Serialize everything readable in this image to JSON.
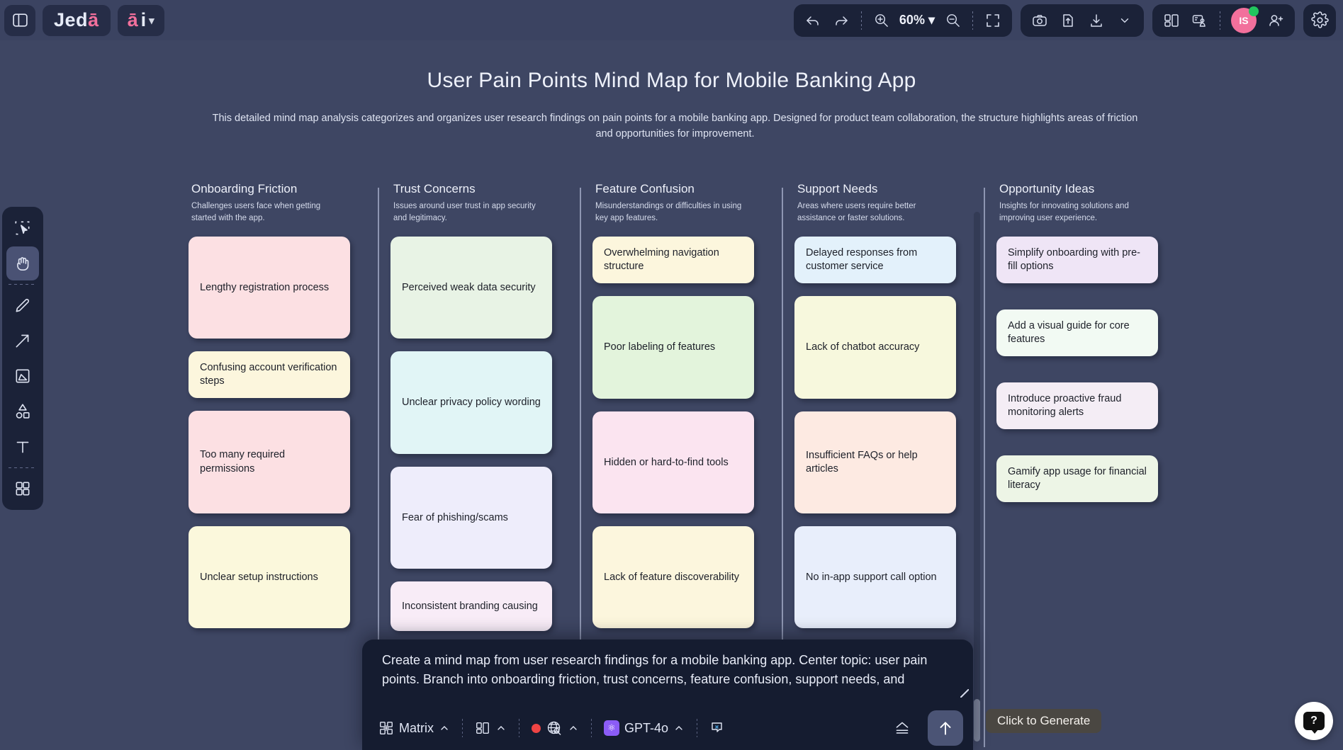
{
  "app": {
    "brand_main": "Jed",
    "brand_accent": "ā",
    "ai_label_accent": "ā",
    "ai_label_rest": "i"
  },
  "toolbar": {
    "undo_label": "undo-arrow",
    "redo_label": "redo-arrow",
    "zoom_in_label": "zoom-in",
    "zoom_value": "60%",
    "zoom_out_label": "zoom-out",
    "fit_label": "fit-to-screen",
    "camera_label": "screenshot",
    "upload_label": "upload",
    "download_label": "download",
    "layout_label": "layout",
    "present_label": "present",
    "avatar_initials": "IS",
    "invite_label": "invite-user",
    "settings_label": "settings"
  },
  "tools": [
    {
      "name": "select",
      "active": false
    },
    {
      "name": "hand",
      "active": true
    },
    {
      "name": "pencil",
      "active": false
    },
    {
      "name": "arrow",
      "active": false
    },
    {
      "name": "image",
      "active": false
    },
    {
      "name": "shapes",
      "active": false
    },
    {
      "name": "text",
      "active": false
    },
    {
      "name": "apps",
      "active": false
    }
  ],
  "document": {
    "title": "User Pain Points Mind Map for Mobile Banking App",
    "description": "This detailed mind map analysis categorizes and organizes user research findings on pain points for a mobile banking app. Designed for product team collaboration, the structure highlights areas of friction and opportunities for improvement."
  },
  "columns": [
    {
      "title": "Onboarding Friction",
      "subtitle": "Challenges users face when getting started with the app.",
      "cards": [
        {
          "text": "Lengthy registration process",
          "color": "#fce0e3",
          "height": 144,
          "gap": 18
        },
        {
          "text": "Confusing account verification steps",
          "color": "#fcf6dd",
          "height": 66,
          "gap": 18
        },
        {
          "text": "Too many required permissions",
          "color": "#fce0e3",
          "height": 145,
          "gap": 18
        },
        {
          "text": "Unclear setup instructions",
          "color": "#fbf8dc",
          "height": 144,
          "gap": 0
        }
      ]
    },
    {
      "title": "Trust Concerns",
      "subtitle": "Issues around user trust in app security and legitimacy.",
      "cards": [
        {
          "text": "Perceived weak data security",
          "color": "#e8f3e5",
          "height": 144,
          "gap": 18
        },
        {
          "text": "Unclear privacy policy wording",
          "color": "#e1f5f6",
          "height": 145,
          "gap": 18
        },
        {
          "text": "Fear of phishing/scams",
          "color": "#eeedfb",
          "height": 144,
          "gap": 18
        },
        {
          "text": "Inconsistent branding causing",
          "color": "#f8ecf7",
          "height": 70,
          "gap": 0
        }
      ]
    },
    {
      "title": "Feature Confusion",
      "subtitle": "Misunderstandings or difficulties in using key app features.",
      "cards": [
        {
          "text": "Overwhelming navigation structure",
          "color": "#fcf6dd",
          "height": 66,
          "gap": 18
        },
        {
          "text": "Poor labeling of features",
          "color": "#e3f4dc",
          "height": 145,
          "gap": 18
        },
        {
          "text": "Hidden or hard-to-find tools",
          "color": "#fbe4f0",
          "height": 144,
          "gap": 18
        },
        {
          "text": "Lack of feature discoverability",
          "color": "#fcf6dd",
          "height": 144,
          "gap": 0
        }
      ]
    },
    {
      "title": "Support Needs",
      "subtitle": "Areas where users require better assistance or faster solutions.",
      "cards": [
        {
          "text": "Delayed responses from customer service",
          "color": "#e3f1fb",
          "height": 66,
          "gap": 18
        },
        {
          "text": "Lack of chatbot accuracy",
          "color": "#f7f8dd",
          "height": 145,
          "gap": 18
        },
        {
          "text": "Insufficient FAQs or help articles",
          "color": "#fdeae2",
          "height": 144,
          "gap": 18
        },
        {
          "text": "No in-app support call option",
          "color": "#e8eefb",
          "height": 144,
          "gap": 0
        }
      ]
    },
    {
      "title": "Opportunity Ideas",
      "subtitle": "Insights for innovating solutions and improving user experience.",
      "cards": [
        {
          "text": "Simplify onboarding with pre-fill options",
          "color": "#efe5f6",
          "height": 66,
          "gap": 37
        },
        {
          "text": "Add a visual guide for core features",
          "color": "#f2faf3",
          "height": 66,
          "gap": 37
        },
        {
          "text": "Introduce proactive fraud monitoring alerts",
          "color": "#f4edf5",
          "height": 66,
          "gap": 37
        },
        {
          "text": "Gamify app usage for financial literacy",
          "color": "#edf5e6",
          "height": 66,
          "gap": 0
        }
      ]
    }
  ],
  "prompt": {
    "text": "Create a mind map from user research findings for a mobile banking app. Center topic: user pain points. Branch into onboarding friction, trust concerns, feature confusion, support needs, and",
    "matrix_label": "Matrix",
    "layout_label": "layout-select",
    "web_label": "web-search",
    "model_label": "GPT-4o",
    "chat_label": "clear-chat",
    "stack_label": "stack",
    "send_label": "send"
  },
  "tooltip": {
    "text": "Click to Generate"
  },
  "help": {
    "label": "?"
  },
  "colors": {
    "background": "#3e4663",
    "panel": "#1b2238",
    "accent": "#f2709c",
    "purple": "#8b5cf6",
    "record": "#ef4444",
    "online": "#22c55e"
  }
}
